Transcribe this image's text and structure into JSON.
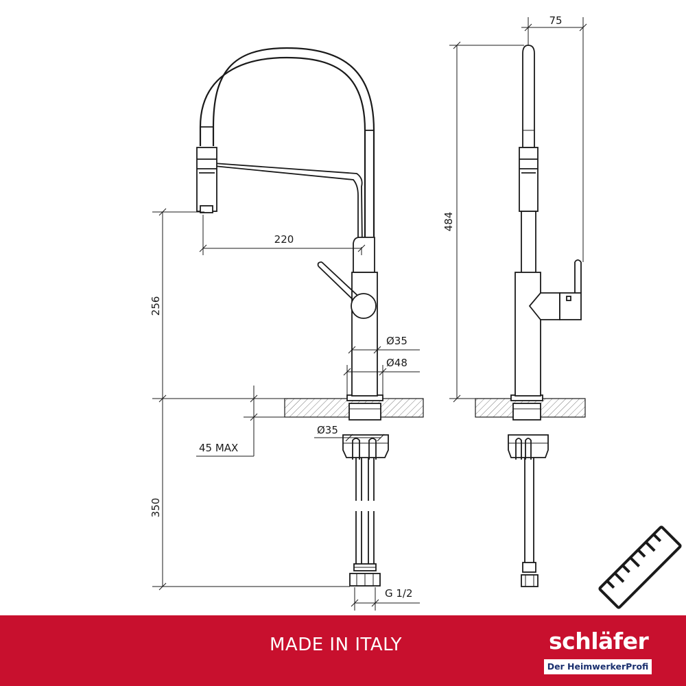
{
  "dimensions": {
    "spout_height_label": "256",
    "spout_reach_label": "220",
    "total_height_label": "484",
    "depth_label": "75",
    "body_diameter_label": "Ø35",
    "base_diameter_label": "Ø48",
    "thread_diameter_label": "Ø35",
    "max_counter_thickness_label": "45 MAX",
    "hose_length_label": "350",
    "connection_label": "G 1/2"
  },
  "footer": {
    "origin_text": "MADE IN ITALY",
    "brand_name": "schläfer",
    "brand_tagline": "Der HeimwerkerProfi"
  },
  "colors": {
    "banner": "#c8102e",
    "line": "#1a1a1a",
    "tagline_text": "#1a2f6e"
  },
  "icons": {
    "corner_icon": "ruler-icon"
  }
}
